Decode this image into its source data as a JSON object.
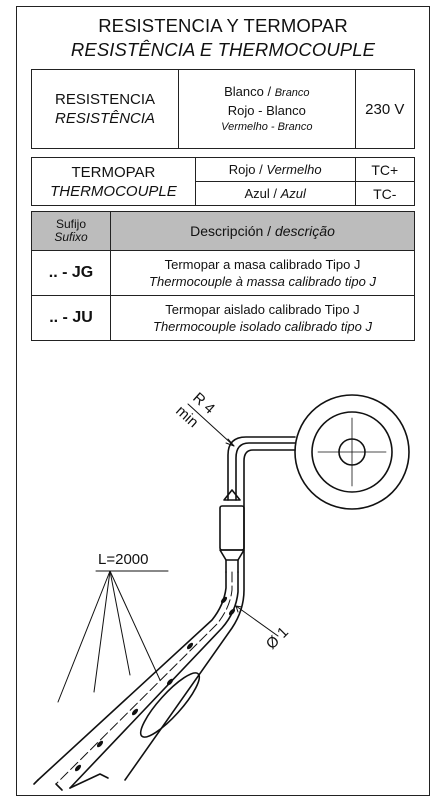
{
  "titles": {
    "main": "RESISTENCIA Y TERMOPAR",
    "sub": "RESISTÊNCIA E THERMOCOUPLE"
  },
  "resistencia": {
    "name": "RESISTENCIA",
    "name_pt": "RESISTÊNCIA",
    "wire1_es": "Blanco /",
    "wire1_pt": "Branco",
    "wire2_es": "Rojo - Blanco",
    "wire2_pt": "Vermelho - Branco",
    "voltage": "230 V"
  },
  "termopar": {
    "name": "TERMOPAR",
    "name_pt": "THERMOCOUPLE",
    "wire_pos_es": "Rojo /",
    "wire_pos_pt": "Vermelho",
    "pos": "TC+",
    "wire_neg_es": "Azul /",
    "wire_neg_pt": "Azul",
    "neg": "TC-"
  },
  "suffix_table": {
    "header_es": "Sufijo",
    "header_pt": "Sufixo",
    "desc_header_es": "Descripción /",
    "desc_header_pt": "descrição",
    "rows": [
      {
        "code": ".. - JG",
        "es": "Termopar a masa calibrado Tipo J",
        "pt": "Thermocouple à massa calibrado tipo J"
      },
      {
        "code": ".. - JU",
        "es": "Termopar  aislado calibrado Tipo J",
        "pt": "Thermocouple isolado calibrado tipo J"
      }
    ]
  },
  "drawing": {
    "radius": "R 4",
    "radius_note": "min",
    "length": "L=2000",
    "diameter": "Ø 1"
  }
}
